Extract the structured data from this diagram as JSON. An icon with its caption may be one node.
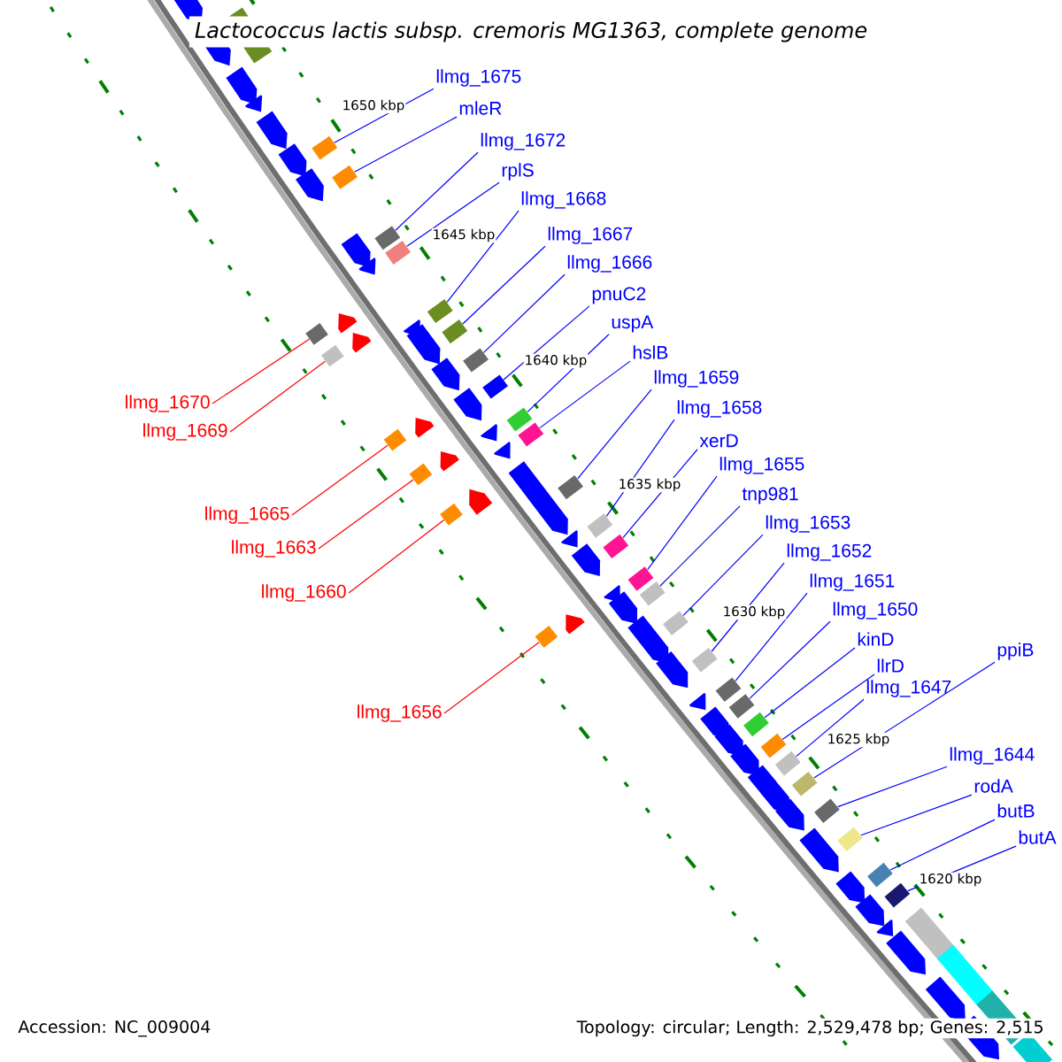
{
  "diagram": {
    "title": "Lactococcus lactis subsp. cremoris MG1363, complete genome",
    "nodes": [
      {
        "text": [
          "llmg_1675"
        ]
      },
      {
        "text": [
          "mleR"
        ]
      },
      {
        "text": [
          "llmg_1672"
        ]
      },
      {
        "text": [
          "rplS"
        ]
      },
      {
        "text": [
          "llmg_1668"
        ]
      },
      {
        "text": [
          "llmg_1667"
        ]
      },
      {
        "text": [
          "llmg_1666"
        ]
      },
      {
        "text": [
          "pnuC2"
        ]
      },
      {
        "text": [
          "uspA"
        ]
      },
      {
        "text": [
          "hslB"
        ]
      },
      {
        "text": [
          "llmg_1659"
        ]
      },
      {
        "text": [
          "llmg_1670"
        ]
      },
      {
        "text": [
          "llmg_1658"
        ]
      },
      {
        "text": [
          "llmg_1669"
        ]
      },
      {
        "text": [
          "xerD"
        ]
      },
      {
        "text": [
          "llmg_1655"
        ]
      },
      {
        "text": [
          "tnp981"
        ]
      },
      {
        "text": [
          "llmg_1665"
        ]
      },
      {
        "text": [
          "llmg_1653"
        ]
      },
      {
        "text": [
          "llmg_1663"
        ]
      },
      {
        "text": [
          "llmg_1652"
        ]
      },
      {
        "text": [
          "llmg_1651"
        ]
      },
      {
        "text": [
          "llmg_1660"
        ]
      },
      {
        "text": [
          "llmg_1650"
        ]
      },
      {
        "text": [
          "kinD"
        ]
      },
      {
        "text": [
          "ppiB"
        ]
      },
      {
        "text": [
          "llrD"
        ]
      },
      {
        "text": [
          "llmg_1647"
        ]
      },
      {
        "text": [
          "llmg_1656"
        ]
      },
      {
        "text": [
          "llmg_1644"
        ]
      },
      {
        "text": [
          "rodA"
        ]
      },
      {
        "text": [
          "butB"
        ]
      },
      {
        "text": [
          "butA"
        ]
      },
      {
        "text": [],
        "shape": "box"
      },
      {
        "text": [],
        "shape": "box"
      },
      {
        "text": [],
        "shape": "box"
      },
      {
        "text": [],
        "shape": "box"
      },
      {
        "text": [],
        "shape": "box"
      },
      {
        "text": [],
        "shape": "box"
      },
      {
        "text": [],
        "shape": "box"
      },
      {
        "text": [],
        "shape": "box"
      },
      {
        "text": [],
        "shape": "box"
      },
      {
        "text": [],
        "shape": "box"
      },
      {
        "text": [],
        "shape": "box"
      },
      {
        "text": [],
        "shape": "box"
      },
      {
        "text": [],
        "shape": "box"
      },
      {
        "text": [],
        "shape": "box"
      },
      {
        "text": [],
        "shape": "box"
      },
      {
        "text": [],
        "shape": "box"
      },
      {
        "text": [],
        "shape": "box"
      },
      {
        "text": [],
        "shape": "box"
      },
      {
        "text": [],
        "shape": "box"
      },
      {
        "text": [],
        "shape": "box"
      },
      {
        "text": [],
        "shape": "box"
      },
      {
        "text": [],
        "shape": "box"
      },
      {
        "text": [],
        "shape": "box"
      },
      {
        "text": [],
        "shape": "box"
      },
      {
        "text": [],
        "shape": "box"
      },
      {
        "text": [],
        "shape": "box"
      },
      {
        "text": [],
        "shape": "box"
      },
      {
        "text": [],
        "shape": "box"
      },
      {
        "text": [],
        "shape": "box"
      },
      {
        "text": [],
        "shape": "box"
      },
      {
        "text": [],
        "shape": "box"
      },
      {
        "text": [],
        "shape": "box"
      },
      {
        "text": [],
        "shape": "box"
      }
    ],
    "edges": [
      {
        "from": 0,
        "to": 33,
        "arrow": "none"
      },
      {
        "from": 1,
        "to": 34,
        "arrow": "none"
      },
      {
        "from": 2,
        "to": 35,
        "arrow": "none"
      },
      {
        "from": 3,
        "to": 36,
        "arrow": "none"
      },
      {
        "from": 4,
        "to": 37,
        "arrow": "none"
      },
      {
        "from": 5,
        "to": 38,
        "arrow": "none"
      },
      {
        "from": 6,
        "to": 39,
        "arrow": "none"
      },
      {
        "from": 7,
        "to": 40,
        "arrow": "none"
      },
      {
        "from": 8,
        "to": 41,
        "arrow": "none"
      },
      {
        "from": 9,
        "to": 42,
        "arrow": "none"
      },
      {
        "from": 10,
        "to": 43,
        "arrow": "none"
      },
      {
        "from": 11,
        "to": 44,
        "arrow": "none",
        "color": "#ff0000"
      },
      {
        "from": 12,
        "to": 45,
        "arrow": "none"
      },
      {
        "from": 13,
        "to": 46,
        "arrow": "none",
        "color": "#ff0000"
      },
      {
        "from": 14,
        "to": 47,
        "arrow": "none"
      },
      {
        "from": 15,
        "to": 48,
        "arrow": "none"
      },
      {
        "from": 16,
        "to": 49,
        "arrow": "none"
      },
      {
        "from": 17,
        "to": 50,
        "arrow": "none",
        "color": "#ff0000"
      },
      {
        "from": 18,
        "to": 51,
        "arrow": "none"
      },
      {
        "from": 19,
        "to": 52,
        "arrow": "none",
        "color": "#ff0000"
      },
      {
        "from": 20,
        "to": 53,
        "arrow": "none"
      },
      {
        "from": 21,
        "to": 54,
        "arrow": "none"
      },
      {
        "from": 22,
        "to": 55,
        "arrow": "none",
        "color": "#ff0000"
      },
      {
        "from": 23,
        "to": 56,
        "arrow": "none"
      },
      {
        "from": 24,
        "to": 57,
        "arrow": "none"
      },
      {
        "from": 25,
        "to": 58,
        "arrow": "none"
      },
      {
        "from": 26,
        "to": 59,
        "arrow": "none"
      },
      {
        "from": 27,
        "to": 60,
        "arrow": "none"
      },
      {
        "from": 28,
        "to": 61,
        "arrow": "none",
        "color": "#ff0000"
      },
      {
        "from": 29,
        "to": 62,
        "arrow": "none"
      },
      {
        "from": 30,
        "to": 63,
        "arrow": "none"
      },
      {
        "from": 31,
        "to": 64,
        "arrow": "none"
      },
      {
        "from": 32,
        "to": 65,
        "arrow": "none"
      }
    ],
    "labels": [
      "1650 kbp",
      "1645 kbp",
      "1640 kbp",
      "1635 kbp",
      "1630 kbp",
      "1625 kbp",
      "1620 kbp",
      "Accession: NC_009004",
      "Topology: circular; Length: 2,529,478 bp; Genes: 2,515"
    ]
  }
}
